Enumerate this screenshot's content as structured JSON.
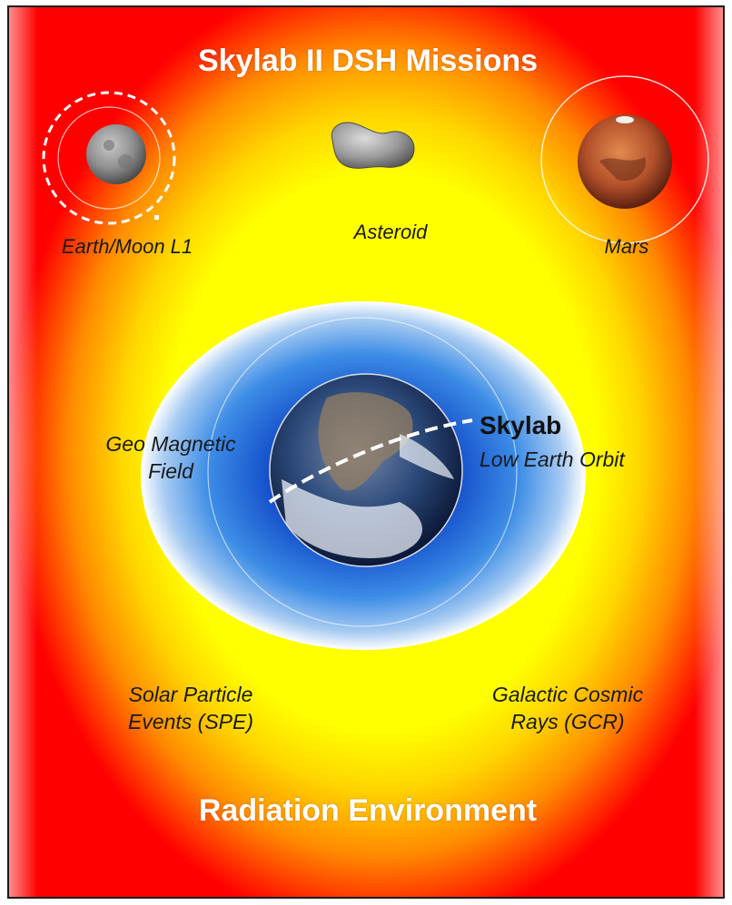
{
  "title": "Skylab II DSH Missions",
  "destinations": {
    "earth_moon_l1": "Earth/Moon L1",
    "asteroid": "Asteroid",
    "mars": "Mars"
  },
  "magnetic_field": {
    "line1": "Geo Magnetic",
    "line2": "Field"
  },
  "skylab": {
    "name": "Skylab",
    "orbit": "Low Earth Orbit"
  },
  "radiation_sources": {
    "spe_line1": "Solar Particle",
    "spe_line2": "Events (SPE)",
    "gcr_line1": "Galactic Cosmic",
    "gcr_line2": "Rays (GCR)"
  },
  "footer": "Radiation Environment",
  "colors": {
    "outer": "#ff0000",
    "inner": "#ffff00",
    "field": "#1a5fd6",
    "title_text": "#ffffff"
  }
}
